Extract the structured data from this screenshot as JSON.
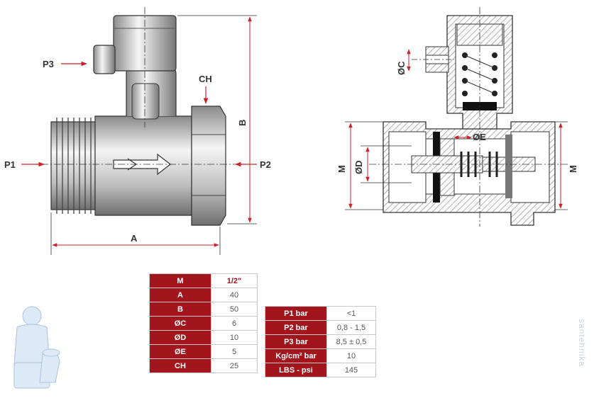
{
  "labels": {
    "p1": "P1",
    "p2": "P2",
    "p3": "P3",
    "ch": "CH",
    "a": "A",
    "b": "B",
    "m_left": "M",
    "m_right": "M",
    "dc": "ØC",
    "dd": "ØD",
    "de": "ØE"
  },
  "dimensions_table": {
    "header_label": "M",
    "header_value": "1/2\"",
    "rows": [
      {
        "label": "A",
        "value": "40"
      },
      {
        "label": "B",
        "value": "50"
      },
      {
        "label": "ØC",
        "value": "6"
      },
      {
        "label": "ØD",
        "value": "10"
      },
      {
        "label": "ØE",
        "value": "5"
      },
      {
        "label": "CH",
        "value": "25"
      }
    ]
  },
  "pressure_table": {
    "rows": [
      {
        "label": "P1 bar",
        "value": "<1"
      },
      {
        "label": "P2  bar",
        "value": "0,8 - 1,5"
      },
      {
        "label": "P3  bar",
        "value": "8,5 ± 0,5"
      },
      {
        "label": "Kg/cm² bar",
        "value": "10"
      },
      {
        "label": "LBS - psi",
        "value": "145"
      }
    ]
  },
  "watermark": "santehnika",
  "colors": {
    "accent_red": "#a3151c",
    "dimension_red": "#c8242b"
  }
}
